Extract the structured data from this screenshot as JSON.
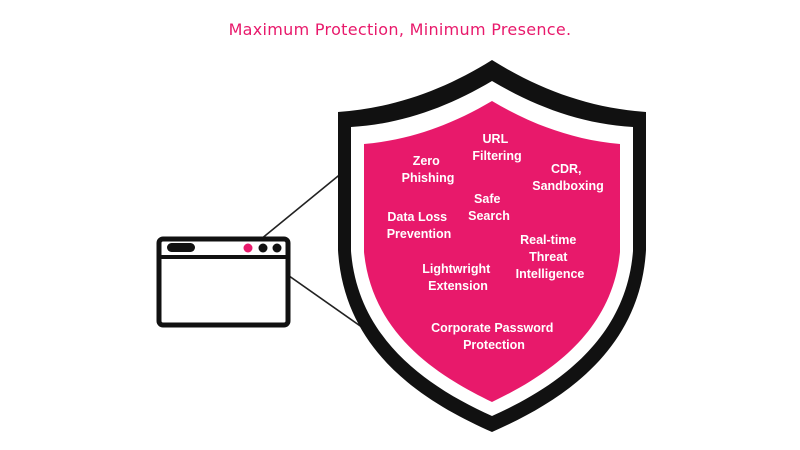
{
  "title": "Maximum Protection, Minimum Presence.",
  "colors": {
    "accent": "#e8196b",
    "outline": "#111111",
    "background": "#ffffff"
  },
  "icons": {
    "browser": "browser-window-icon",
    "shield": "shield-icon"
  },
  "features": [
    {
      "id": "url-filtering",
      "lines": [
        "URL",
        "Filtering"
      ]
    },
    {
      "id": "zero-phishing",
      "lines": [
        "Zero",
        "Phishing"
      ]
    },
    {
      "id": "cdr-sandboxing",
      "lines": [
        "CDR,",
        "Sandboxing"
      ]
    },
    {
      "id": "safe-search",
      "lines": [
        "Safe",
        "Search"
      ]
    },
    {
      "id": "data-loss-prevention",
      "lines": [
        "Data Loss",
        "Prevention"
      ]
    },
    {
      "id": "real-time-threat-intelligence",
      "lines": [
        "Real-time",
        "Threat",
        "Intelligence"
      ]
    },
    {
      "id": "lightwright-extension",
      "lines": [
        "Lightwright",
        "Extension"
      ]
    },
    {
      "id": "corporate-password-protection",
      "lines": [
        "Corporate Password",
        "Protection"
      ]
    }
  ]
}
